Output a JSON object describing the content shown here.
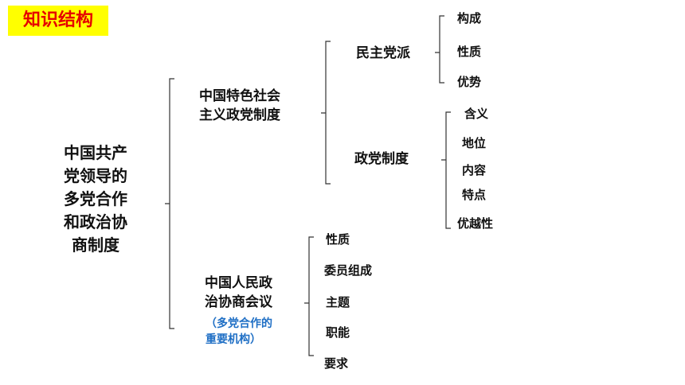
{
  "title_badge": {
    "text": "知识结构",
    "bg_color": "#ffff00",
    "text_color": "#e60000"
  },
  "root": {
    "text": "中国共产\n党领导的\n多党合作\n和政治协\n商制度"
  },
  "branch_a": {
    "label": "中国特色社会\n主义政党制度",
    "sub": [
      {
        "label": "民主党派",
        "items": [
          "构成",
          "性质",
          "优势"
        ]
      },
      {
        "label": "政党制度",
        "items": [
          "含义",
          "地位",
          "内容",
          "特点",
          "优越性"
        ]
      }
    ]
  },
  "branch_b": {
    "label": "中国人民政\n治协商会议",
    "note": "（多党合作的\n重要机构）",
    "note_color": "#1f6fc5",
    "items": [
      "性质",
      "委员组成",
      "主题",
      "职能",
      "要求"
    ]
  }
}
